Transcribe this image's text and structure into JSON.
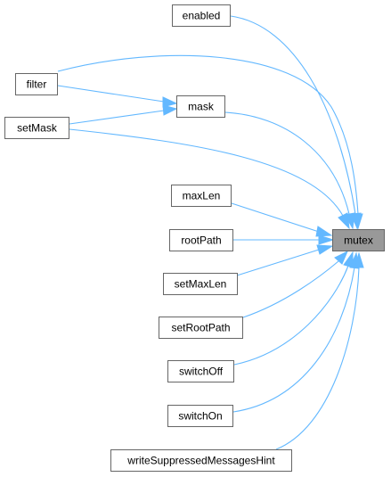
{
  "graph": {
    "target": "mutex",
    "callers": [
      {
        "id": "enabled",
        "label": "enabled"
      },
      {
        "id": "filter",
        "label": "filter"
      },
      {
        "id": "mask",
        "label": "mask"
      },
      {
        "id": "setMask",
        "label": "setMask"
      },
      {
        "id": "maxLen",
        "label": "maxLen"
      },
      {
        "id": "rootPath",
        "label": "rootPath"
      },
      {
        "id": "setMaxLen",
        "label": "setMaxLen"
      },
      {
        "id": "setRootPath",
        "label": "setRootPath"
      },
      {
        "id": "switchOff",
        "label": "switchOff"
      },
      {
        "id": "switchOn",
        "label": "switchOn"
      },
      {
        "id": "writeSuppressedMessagesHint",
        "label": "writeSuppressedMessagesHint"
      }
    ],
    "edges": [
      [
        "enabled",
        "mutex"
      ],
      [
        "filter",
        "mutex"
      ],
      [
        "filter",
        "mask"
      ],
      [
        "setMask",
        "mask"
      ],
      [
        "mask",
        "mutex"
      ],
      [
        "setMask",
        "mutex"
      ],
      [
        "maxLen",
        "mutex"
      ],
      [
        "rootPath",
        "mutex"
      ],
      [
        "setMaxLen",
        "mutex"
      ],
      [
        "setRootPath",
        "mutex"
      ],
      [
        "switchOff",
        "mutex"
      ],
      [
        "switchOn",
        "mutex"
      ],
      [
        "writeSuppressedMessagesHint",
        "mutex"
      ]
    ],
    "colors": {
      "edge": "#63b8ff",
      "node_border": "#666666",
      "focus_fill": "#999999",
      "node_fill": "#ffffff"
    }
  }
}
